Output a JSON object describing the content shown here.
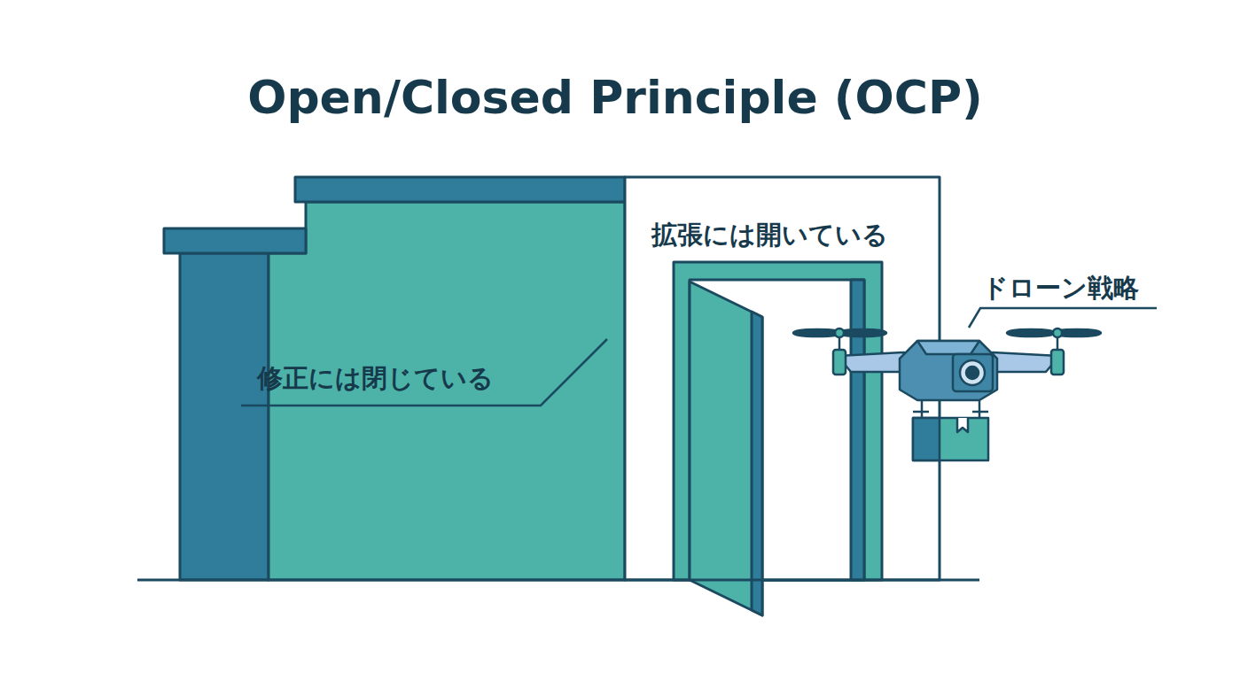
{
  "diagram": {
    "title": "Open/Closed Principle (OCP)",
    "labels": [
      "修正には閉じている",
      "拡張には開いている",
      "ドローン戦略"
    ]
  }
}
